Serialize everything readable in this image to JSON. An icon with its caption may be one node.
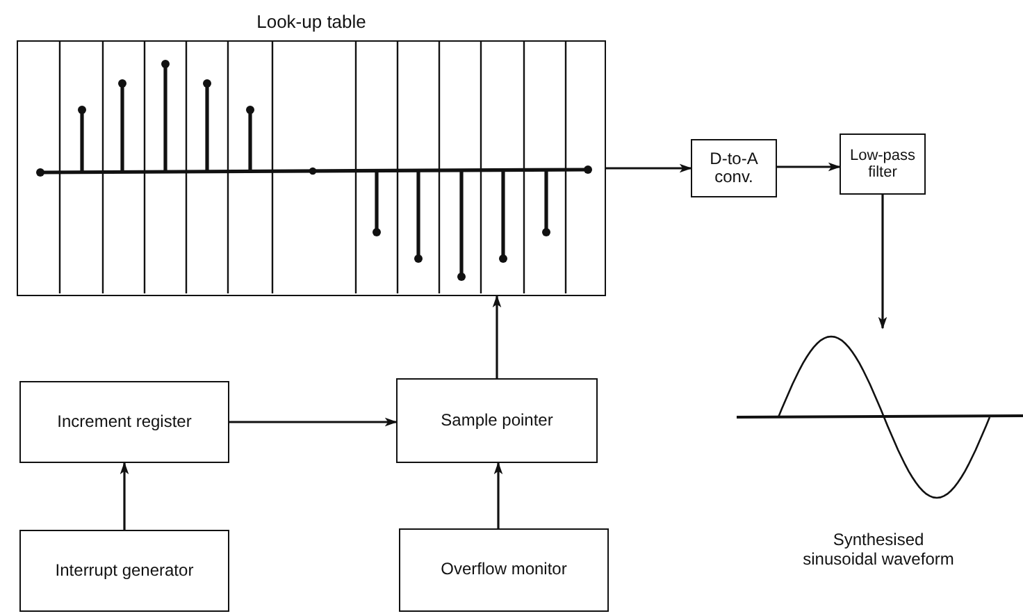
{
  "diagram": {
    "nodes": [
      {
        "text": [
          "Look-up table"
        ]
      },
      {
        "text": [
          "D-to-A conv."
        ]
      },
      {
        "text": [
          "Low-pass filter"
        ]
      },
      {
        "text": [
          "Synthesised sinusoidal waveform"
        ]
      },
      {
        "text": [
          "Increment register"
        ]
      },
      {
        "text": [
          "Sample pointer"
        ]
      },
      {
        "text": [
          "Interrupt generator"
        ]
      },
      {
        "text": [
          "Overflow monitor"
        ]
      }
    ],
    "edges": [
      {
        "from": 0,
        "to": 1,
        "arrow": "to"
      },
      {
        "from": 1,
        "to": 2,
        "arrow": "to"
      },
      {
        "from": 2,
        "to": 3,
        "arrow": "to"
      },
      {
        "from": 4,
        "to": 5,
        "arrow": "to"
      },
      {
        "from": 5,
        "to": 0,
        "arrow": "to"
      },
      {
        "from": 6,
        "to": 4,
        "arrow": "to"
      },
      {
        "from": 7,
        "to": 5,
        "arrow": "to"
      }
    ]
  }
}
